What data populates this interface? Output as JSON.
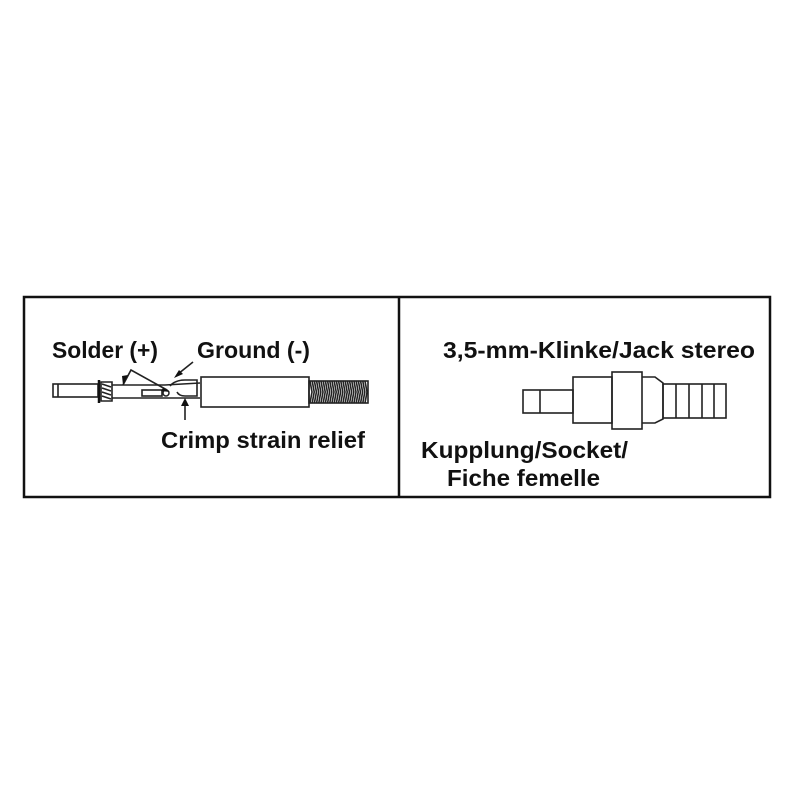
{
  "left_panel": {
    "solder_label": "Solder (+)",
    "ground_label": "Ground (-)",
    "crimp_label": "Crimp strain relief"
  },
  "right_panel": {
    "jack_label": "3,5-mm-Klinke/Jack stereo",
    "socket_label_line1": "Kupplung/Socket/",
    "socket_label_line2": "Fiche femelle"
  }
}
